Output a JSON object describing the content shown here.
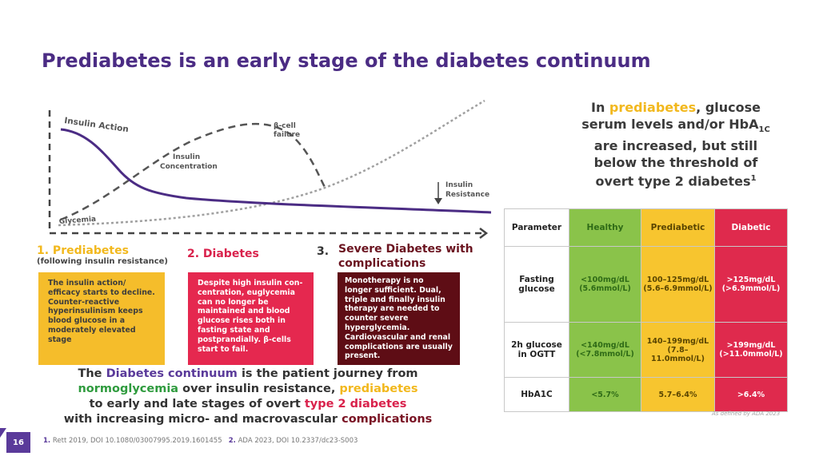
{
  "title": "Prediabetes is an early stage of the diabetes continuum",
  "diagram": {
    "insulin_action": "Insulin Action",
    "beta_cell_line1": "β-cell",
    "beta_cell_line2": "failure",
    "insulin_conc_line1": "Insulin",
    "insulin_conc_line2": "Concentration",
    "insulin_res_line1": "Insulin",
    "insulin_res_line2": "Resistance",
    "glycemia": "Glycemia",
    "colors": {
      "action": "#4b2c84",
      "curves": "#555555",
      "glycemia": "#a0a0a0"
    }
  },
  "stages": {
    "s1": {
      "title": "1. Prediabetes",
      "subtitle": "(following insulin resistance)",
      "text": "The insulin action/ efficacy starts to decline. Counter-reactive hyperinsulinism keeps blood glucose in a moderately elevated stage"
    },
    "s2": {
      "title": "2. Diabetes",
      "text": "Despite high insulin con- centration, euglycemia can no longer be maintained and blood glucose rises both in fasting state and postprandially. β-cells start to fail."
    },
    "s3": {
      "num": "3.",
      "title": "Severe Diabetes with complications",
      "text": "Monotherapy is no longer sufficient. Dual, triple and finally insulin therapy are needed to counter severe hyperglycemia. Cardiovascular and renal complications are usually present."
    }
  },
  "summary": {
    "p1": "The ",
    "p2": "Diabetes continuum",
    "p3": " is the patient journey from",
    "p4": "normoglycemia",
    "p5": " over insulin resistance, ",
    "p6": "prediabetes",
    "p7": "to early and late stages of overt ",
    "p8": "type 2 diabetes",
    "p9": "with increasing micro- and macrovascular ",
    "p10": "complications"
  },
  "right_text": {
    "p1": "In ",
    "p2": "prediabetes",
    "p3": ", glucose serum levels and/or HbA",
    "sub": "1C",
    "p4": " are increased, but still below the threshold of overt type 2 diabetes",
    "sup": "1"
  },
  "table": {
    "headers": [
      "Parameter",
      "Healthy",
      "Prediabetic",
      "Diabetic"
    ],
    "rows": [
      {
        "label": "Fasting glucose",
        "healthy": "<100mg/dL (5.6mmol/L)",
        "prediabetic": "100–125mg/dL (5.6–6.9mmol/L)",
        "diabetic": ">125mg/dL (>6.9mmol/L)"
      },
      {
        "label": "2h glucose in OGTT",
        "healthy": "<140mg/dL (<7.8mmol/L)",
        "prediabetic": "140–199mg/dL (7.8– 11.0mmol/L)",
        "diabetic": ">199mg/dL (>11.0mmol/L)"
      },
      {
        "label": "HbA1C",
        "healthy": "<5.7%",
        "prediabetic": "5.7–6.4%",
        "diabetic": ">6.4%"
      }
    ],
    "note": "As defined by ADA 2023"
  },
  "footer": {
    "page": "16",
    "ref1_num": "1.",
    "ref1": " Rett 2019, DOI 10.1080/03007995.2019.1601455",
    "ref2_num": "2.",
    "ref2": " ADA 2023, DOI 10.2337/dc23-S003"
  }
}
